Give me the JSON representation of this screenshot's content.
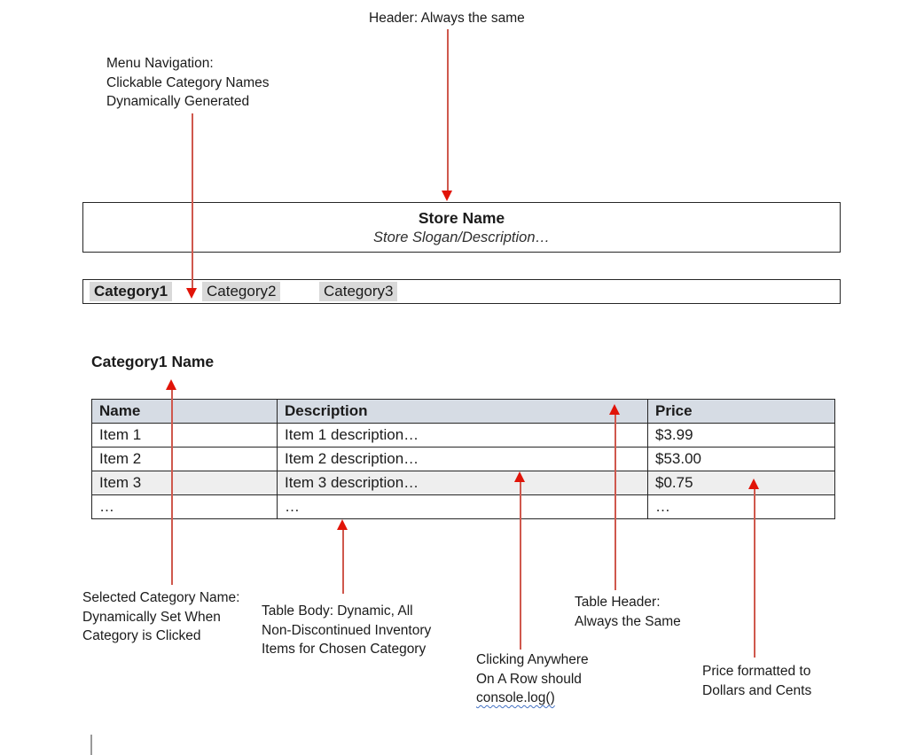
{
  "colors": {
    "accent_red": "#e11408",
    "arrow_line": "#cf584d",
    "table_header_bg": "#d6dce4",
    "shaded_row_bg": "#eeeeee",
    "highlight_gray": "#d9d9d9"
  },
  "annotations": {
    "header_note": {
      "text": "Header: Always the same"
    },
    "menu_navigation": {
      "lines": [
        "Menu Navigation:",
        "Clickable Category Names",
        "Dynamically Generated"
      ]
    },
    "selected_category": {
      "lines": [
        "Selected Category Name:",
        "Dynamically Set When",
        "Category is Clicked"
      ]
    },
    "table_body": {
      "lines": [
        "Table Body: Dynamic, All",
        "Non-Discontinued Inventory",
        "Items for Chosen Category"
      ]
    },
    "clicking_row": {
      "lines": [
        "Clicking Anywhere",
        "On A Row should"
      ],
      "code_line": "console.log()"
    },
    "table_header": {
      "lines": [
        "Table Header:",
        "Always the Same"
      ]
    },
    "price_format": {
      "lines": [
        "Price formatted to",
        "Dollars and Cents"
      ]
    }
  },
  "store": {
    "name": "Store Name",
    "slogan": "Store Slogan/Description…"
  },
  "nav": {
    "categories": [
      {
        "label": "Category1",
        "selected": true
      },
      {
        "label": "Category2",
        "selected": false
      },
      {
        "label": "Category3",
        "selected": false
      }
    ]
  },
  "category_heading": "Category1 Name",
  "table": {
    "headers": [
      "Name",
      "Description",
      "Price"
    ],
    "rows": [
      {
        "name": "Item 1",
        "description": "Item 1 description…",
        "price": "$3.99"
      },
      {
        "name": "Item 2",
        "description": "Item 2 description…",
        "price": "$53.00"
      },
      {
        "name": "Item 3",
        "description": "Item 3 description…",
        "price": "$0.75"
      },
      {
        "name": "…",
        "description": "…",
        "price": "…"
      }
    ]
  }
}
